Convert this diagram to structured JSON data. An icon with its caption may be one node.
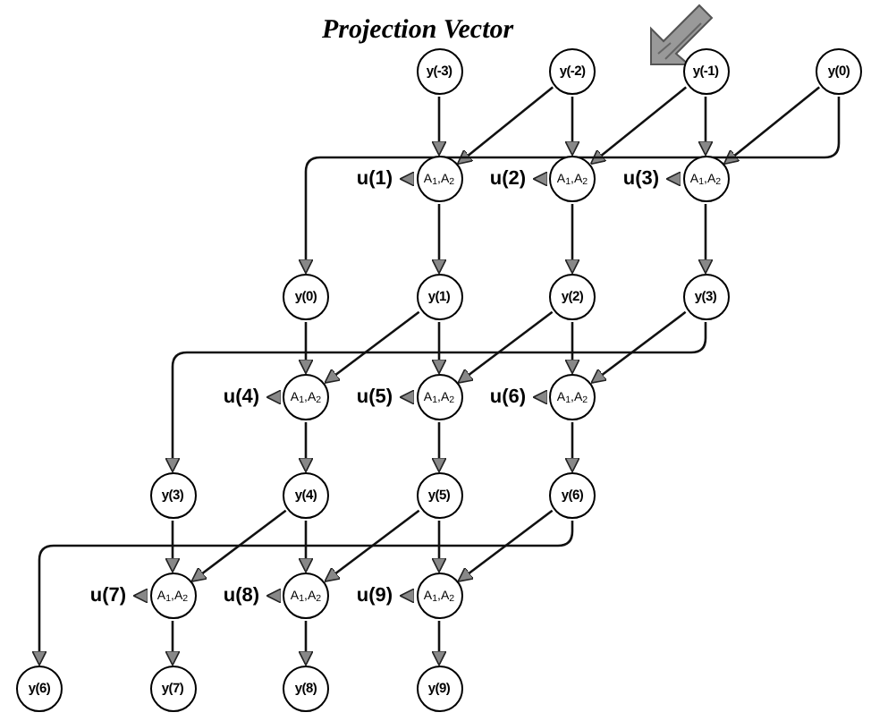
{
  "diagram": {
    "title": "Projection Vector",
    "nodes": [
      {
        "text": [
          "y(-3)"
        ]
      },
      {
        "text": [
          "y(-2)"
        ]
      },
      {
        "text": [
          "y(-1)"
        ]
      },
      {
        "text": [
          "y(0)"
        ]
      },
      {
        "text": [
          "u(1)"
        ]
      },
      {
        "text": [
          "A$_{1}$,A$_{2}$"
        ]
      },
      {
        "text": [
          "u(2)"
        ]
      },
      {
        "text": [
          "A$_{1}$,A$_{2}$"
        ]
      },
      {
        "text": [
          "u(3)"
        ]
      },
      {
        "text": [
          "A$_{1}$,A$_{2}$"
        ]
      },
      {
        "text": [
          "y(0)"
        ]
      },
      {
        "text": [
          "y(1)"
        ]
      },
      {
        "text": [
          "y(2)"
        ]
      },
      {
        "text": [
          "y(3)"
        ]
      },
      {
        "text": [
          "u(4)"
        ]
      },
      {
        "text": [
          "A$_{1}$,A$_{2}$"
        ]
      },
      {
        "text": [
          "u(5)"
        ]
      },
      {
        "text": [
          "A$_{1}$,A$_{2}$"
        ]
      },
      {
        "text": [
          "u(6)"
        ]
      },
      {
        "text": [
          "A$_{1}$,A$_{2}$"
        ]
      },
      {
        "text": [
          "y(3)"
        ]
      },
      {
        "text": [
          "y(4)"
        ]
      },
      {
        "text": [
          "y(5)"
        ]
      },
      {
        "text": [
          "y(6)"
        ]
      },
      {
        "text": [
          "u(7)"
        ]
      },
      {
        "text": [
          "A$_{1}$,A$_{2}$"
        ]
      },
      {
        "text": [
          "u(8)"
        ]
      },
      {
        "text": [
          "A$_{1}$,A$_{2}$"
        ]
      },
      {
        "text": [
          "u(9)"
        ]
      },
      {
        "text": [
          "A$_{1}$,A$_{2}$"
        ]
      },
      {
        "text": [
          "y(6)"
        ]
      },
      {
        "text": [
          "y(7)"
        ]
      },
      {
        "text": [
          "y(8)"
        ]
      },
      {
        "text": [
          "y(9)"
        ]
      }
    ],
    "edges": [
      {
        "from": 0,
        "to": 5,
        "arrow": "to"
      },
      {
        "from": 1,
        "to": 5,
        "arrow": "to"
      },
      {
        "from": 1,
        "to": 7,
        "arrow": "to"
      },
      {
        "from": 2,
        "to": 7,
        "arrow": "to"
      },
      {
        "from": 2,
        "to": 9,
        "arrow": "to"
      },
      {
        "from": 3,
        "to": 9,
        "arrow": "to"
      },
      {
        "from": 5,
        "to": 4,
        "arrow": "to"
      },
      {
        "from": 7,
        "to": 6,
        "arrow": "to"
      },
      {
        "from": 9,
        "to": 8,
        "arrow": "to"
      },
      {
        "from": 5,
        "to": 11,
        "arrow": "to"
      },
      {
        "from": 7,
        "to": 12,
        "arrow": "to"
      },
      {
        "from": 9,
        "to": 13,
        "arrow": "to"
      },
      {
        "from": 3,
        "to": 10,
        "arrow": "to"
      },
      {
        "from": 10,
        "to": 15,
        "arrow": "to"
      },
      {
        "from": 11,
        "to": 15,
        "arrow": "to"
      },
      {
        "from": 11,
        "to": 17,
        "arrow": "to"
      },
      {
        "from": 12,
        "to": 17,
        "arrow": "to"
      },
      {
        "from": 12,
        "to": 19,
        "arrow": "to"
      },
      {
        "from": 13,
        "to": 19,
        "arrow": "to"
      },
      {
        "from": 15,
        "to": 14,
        "arrow": "to"
      },
      {
        "from": 17,
        "to": 16,
        "arrow": "to"
      },
      {
        "from": 19,
        "to": 18,
        "arrow": "to"
      },
      {
        "from": 15,
        "to": 21,
        "arrow": "to"
      },
      {
        "from": 17,
        "to": 22,
        "arrow": "to"
      },
      {
        "from": 19,
        "to": 23,
        "arrow": "to"
      },
      {
        "from": 13,
        "to": 20,
        "arrow": "to"
      },
      {
        "from": 20,
        "to": 25,
        "arrow": "to"
      },
      {
        "from": 21,
        "to": 25,
        "arrow": "to"
      },
      {
        "from": 21,
        "to": 27,
        "arrow": "to"
      },
      {
        "from": 22,
        "to": 27,
        "arrow": "to"
      },
      {
        "from": 22,
        "to": 29,
        "arrow": "to"
      },
      {
        "from": 23,
        "to": 29,
        "arrow": "to"
      },
      {
        "from": 25,
        "to": 24,
        "arrow": "to"
      },
      {
        "from": 27,
        "to": 26,
        "arrow": "to"
      },
      {
        "from": 29,
        "to": 28,
        "arrow": "to"
      },
      {
        "from": 25,
        "to": 31,
        "arrow": "to"
      },
      {
        "from": 27,
        "to": 32,
        "arrow": "to"
      },
      {
        "from": 29,
        "to": 33,
        "arrow": "to"
      },
      {
        "from": 23,
        "to": 30,
        "arrow": "to"
      }
    ]
  }
}
